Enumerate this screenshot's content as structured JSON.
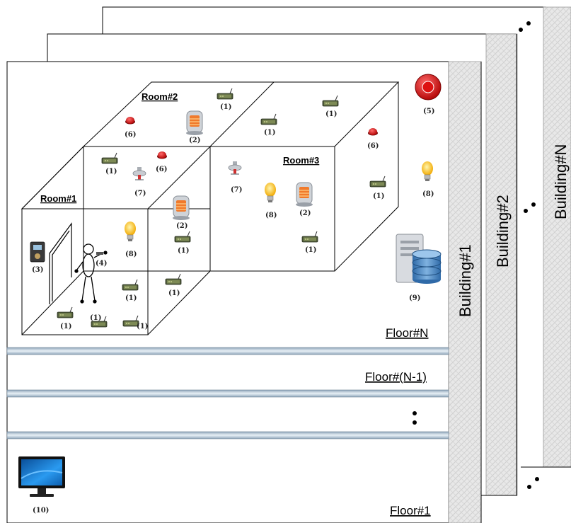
{
  "buildings": [
    {
      "label": "Building#1"
    },
    {
      "label": "Building#2"
    },
    {
      "label": "Building#N"
    }
  ],
  "floors": [
    {
      "label": "Floor#N"
    },
    {
      "label": "Floor#(N-1)"
    },
    {
      "label": "Floor#1"
    }
  ],
  "rooms": [
    {
      "label": "Room#1"
    },
    {
      "label": "Room#2"
    },
    {
      "label": "Room#3"
    }
  ],
  "device_tags": {
    "sensor_node": "(1)",
    "heater": "(2)",
    "door_access": "(3)",
    "person": "(4)",
    "fire_alarm": "(5)",
    "button": "(6)",
    "sprinkler": "(7)",
    "bulb": "(8)",
    "server": "(9)",
    "monitor": "(10)"
  },
  "colors": {
    "pillar_fill": "#e6e6e6",
    "pipe": "#b9cad8",
    "alarm_red": "#d91e1e",
    "bulb_yellow": "#f5b800",
    "monitor_blue": "#1c7fd6",
    "server_blue": "#3d7fbf"
  },
  "icons": [
    "sensor-node-icon",
    "heater-icon",
    "door-access-icon",
    "person-icon",
    "fire-alarm-icon",
    "red-button-icon",
    "sprinkler-icon",
    "light-bulb-icon",
    "server-database-icon",
    "monitor-icon"
  ]
}
